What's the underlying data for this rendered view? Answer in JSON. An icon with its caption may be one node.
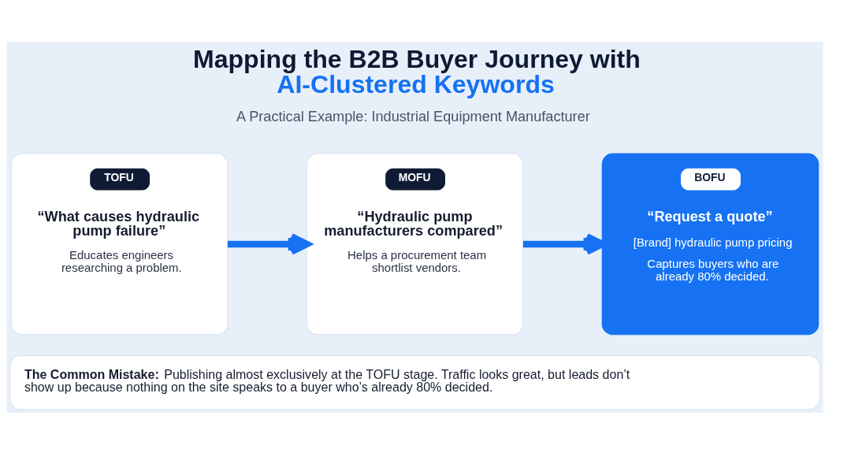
{
  "diagram": {
    "title": "Mapping the B2B Buyer Journey with AI-Clustered Keywords",
    "nodes": [
      {
        "text": [
          "TOFU",
          "“What causes hydraulic pump failure”",
          "Educates engineers researching a problem."
        ]
      },
      {
        "text": [
          "MOFU",
          "“Hydraulic pump manufacturers compared”",
          "Helps a procurement team shortlist vendors."
        ]
      },
      {
        "text": [
          "BOFU",
          "“Request a quote”",
          "[Brand] hydraulic pump pricing",
          "Captures buyers who are already 80% decided."
        ]
      },
      {
        "text": [
          "The Common Mistake:",
          "Publishing almost exclusively at the TOFU stage. Traffic looks great, but leads don’t show up because nothing on the site speaks to a buyer who’s already 80% decided."
        ]
      }
    ],
    "edges": [
      {
        "from": 0,
        "to": 1,
        "arrow": "to"
      },
      {
        "from": 1,
        "to": 2,
        "arrow": "to"
      }
    ],
    "labels": [
      "A Practical Example: Industrial Equipment Manufacturer"
    ]
  }
}
